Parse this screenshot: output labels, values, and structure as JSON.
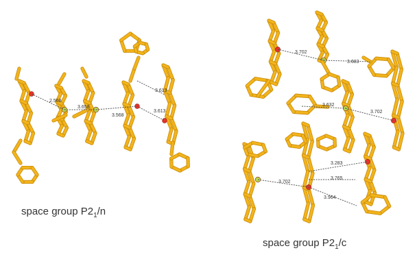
{
  "captions": {
    "left": {
      "prefix": "space group P2",
      "sub": "1",
      "suffix": "/n"
    },
    "right": {
      "prefix": "space group P2",
      "sub": "1",
      "suffix": "/c"
    }
  },
  "colors": {
    "bond": "#f2b41c",
    "bond_edge": "#c98a08",
    "iodine": "#e8332a",
    "sulfur": "#b8d94a",
    "contact": "#555555"
  },
  "distances_left": [
    "2.568",
    "3.658",
    "3.568",
    "3.613",
    "3.613"
  ],
  "distances_right": [
    "3.702",
    "3.683",
    "3.632",
    "3.702",
    "3.283",
    "3.765",
    "3.702",
    "3.964"
  ]
}
